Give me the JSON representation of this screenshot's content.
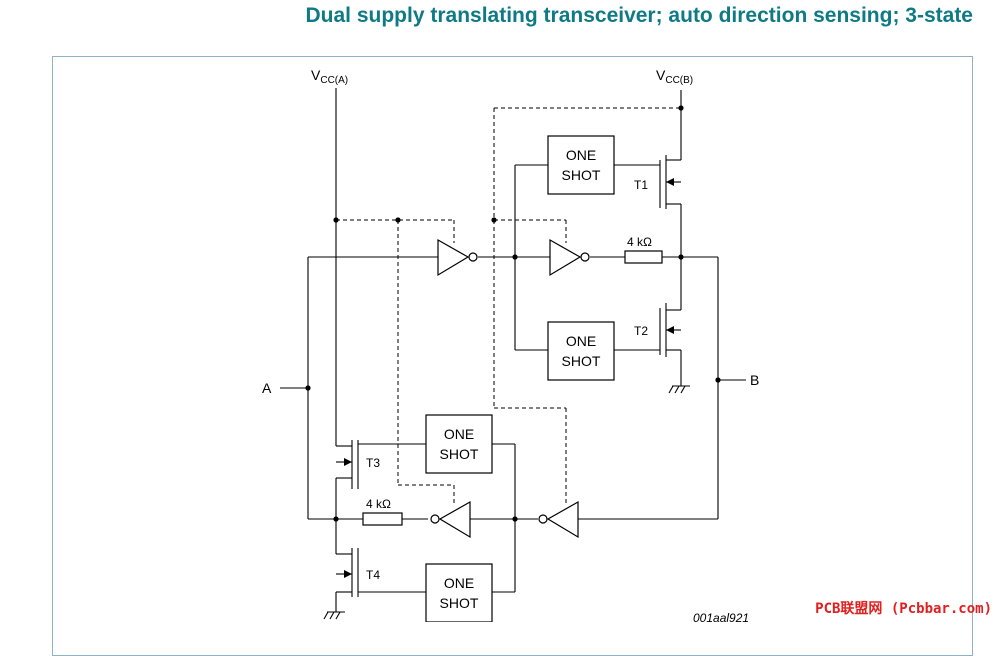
{
  "title": "Dual supply translating transceiver; auto direction sensing; 3-state",
  "supplies": {
    "vcc_a_main": "V",
    "vcc_a_sub": "CC(A)",
    "vcc_b_main": "V",
    "vcc_b_sub": "CC(B)"
  },
  "ports": {
    "a": "A",
    "b": "B"
  },
  "one_shot": {
    "line1": "ONE",
    "line2": "SHOT"
  },
  "transistors": {
    "t1": "T1",
    "t2": "T2",
    "t3": "T3",
    "t4": "T4"
  },
  "resistors": {
    "upper": "4 kΩ",
    "lower": "4 kΩ"
  },
  "figure_ref": "001aal921",
  "watermark": "PCB联盟网 (Pcbbar.com)"
}
